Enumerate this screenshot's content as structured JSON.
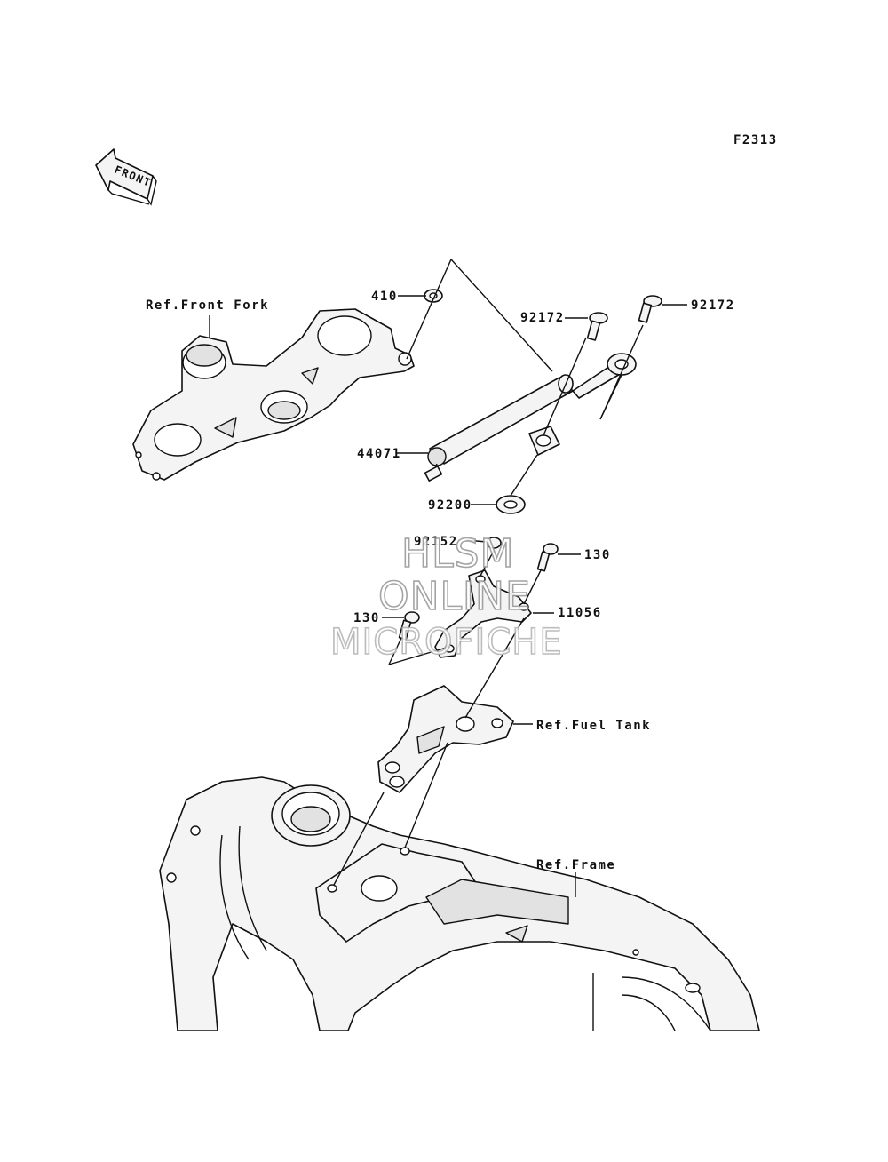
{
  "diagram_code": "F2313",
  "front_arrow": {
    "text": "FRONT",
    "icon": "front-direction-arrow-icon"
  },
  "callouts": {
    "ref_front_fork": "Ref.Front Fork",
    "ref_fuel_tank": "Ref.Fuel Tank",
    "ref_frame": "Ref.Frame",
    "p410": "410",
    "p92172_left": "92172",
    "p92172_right": "92172",
    "p44071": "44071",
    "p92200": "92200",
    "p92152": "92152",
    "p130_right": "130",
    "p130_left": "130",
    "p11056": "11056"
  },
  "watermark": {
    "line1": "HLSM",
    "line2": "ONLINE",
    "line3": "MICROFICHE"
  }
}
